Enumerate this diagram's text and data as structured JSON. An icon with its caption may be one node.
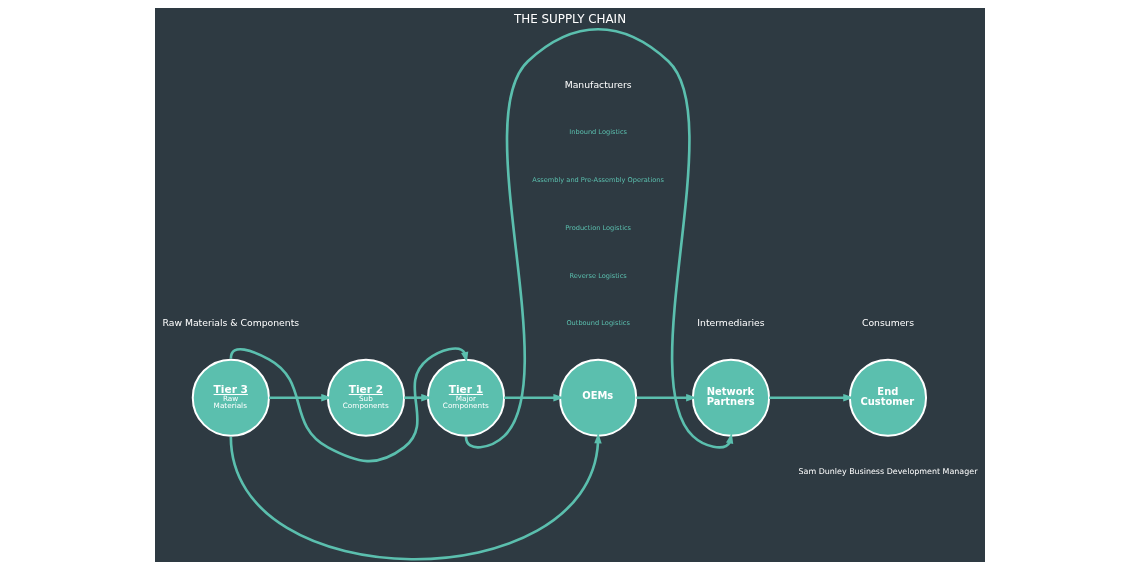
{
  "diagram": {
    "title": "THE SUPPLY CHAIN",
    "nodes": [
      {
        "text": [
          "Tier 3",
          "Raw Materials"
        ]
      },
      {
        "text": [
          "Tier 2",
          "Sub Components"
        ]
      },
      {
        "text": [
          "Tier 1",
          "Major Components"
        ]
      },
      {
        "text": [
          "OEMs"
        ]
      },
      {
        "text": [
          "Network Partners"
        ]
      },
      {
        "text": [
          "End Customer"
        ]
      }
    ],
    "edges": [
      {
        "from": 0,
        "to": 1,
        "arrow": "to"
      },
      {
        "from": 1,
        "to": 2,
        "arrow": "to"
      },
      {
        "from": 2,
        "to": 3,
        "arrow": "to"
      },
      {
        "from": 3,
        "to": 4,
        "arrow": "to"
      },
      {
        "from": 4,
        "to": 5,
        "arrow": "to"
      },
      {
        "from": 0,
        "to": 2,
        "arrow": "to"
      },
      {
        "from": 2,
        "to": 4,
        "arrow": "to"
      },
      {
        "from": 0,
        "to": 3,
        "arrow": "to"
      }
    ],
    "labels": [
      "Raw Materials & Components",
      "Manufacturers",
      "Intermediaries",
      "Consumers",
      "Inbound Logistics",
      "Assembly and Pre-Assembly Operations",
      "Production Logistics",
      "Reverse Logistics",
      "Outbound Logistics",
      "Sam Dunley Business Development Manager"
    ]
  }
}
